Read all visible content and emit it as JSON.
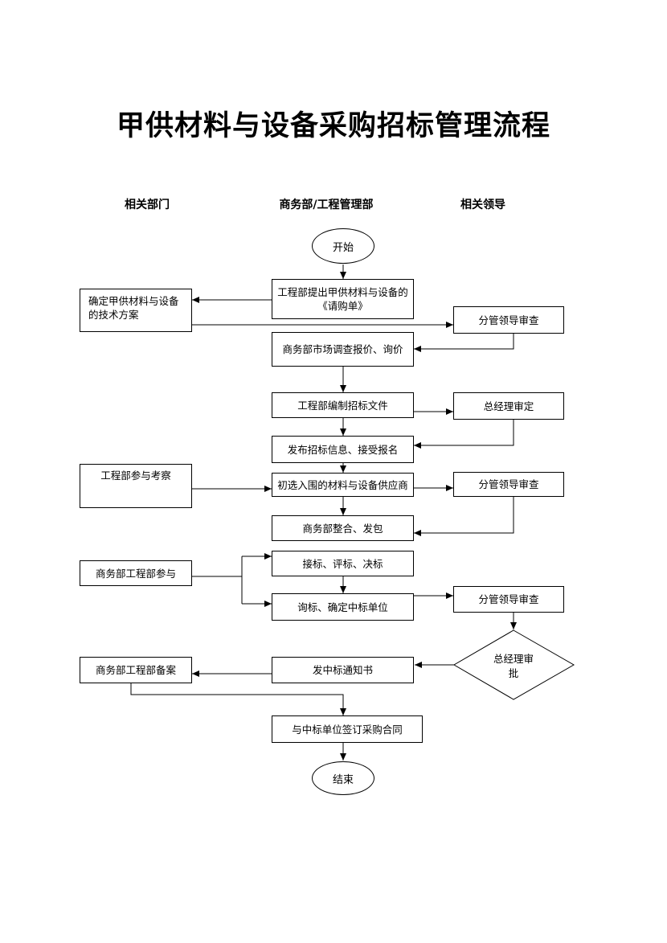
{
  "title": "甲供材料与设备采购招标管理流程",
  "columns": {
    "left": "相关部门",
    "middle": "商务部/工程管理部",
    "right": "相关领导"
  },
  "nodes": {
    "start": "开始",
    "request": "工程部提出甲供材料与设备的《请购单》",
    "tech_plan": "确定甲供材料与设备的技术方案",
    "review1": "分管领导审查",
    "market_survey": "商务部市场调查报价、询价",
    "bid_docs": "工程部编制招标文件",
    "gm_approve": "总经理审定",
    "publish": "发布招标信息、接受报名",
    "inspect": "工程部参与考察",
    "shortlist": "初选入围的材料与设备供应商",
    "review2": "分管领导审查",
    "integrate": "商务部整合、发包",
    "participate": "商务部工程部参与",
    "bid_eval": "接标、评标、决标",
    "confirm_winner": "询标、确定中标单位",
    "review3": "分管领导审查",
    "gm_decision": "总经理审批",
    "archive": "商务部工程部备案",
    "notice": "发中标通知书",
    "contract": "与中标单位签订采购合同",
    "end": "结束"
  }
}
